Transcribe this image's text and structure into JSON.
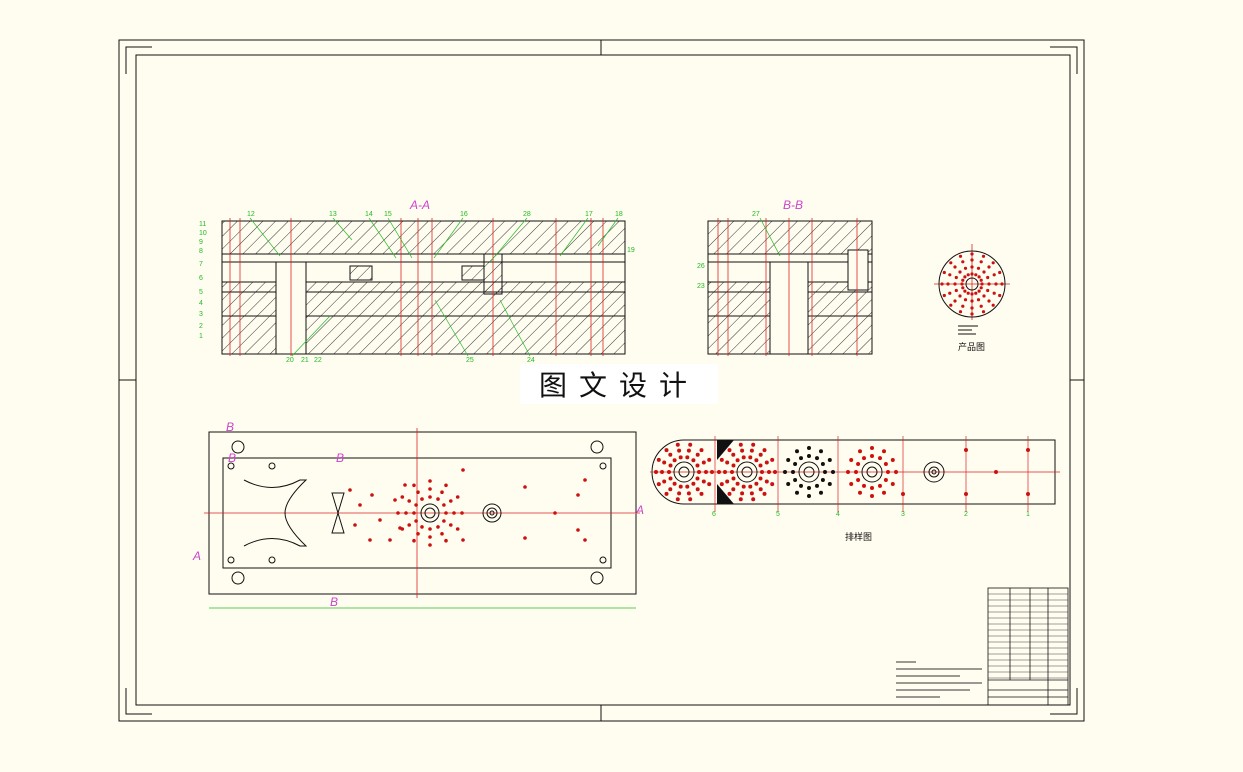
{
  "section_labels": {
    "aa": "A-A",
    "bb": "B-B",
    "b_top": "B",
    "b_mid": "B",
    "b_left": "B",
    "b_bottom": "B",
    "a_left": "A",
    "a_right": "A"
  },
  "watermark": "图文设计",
  "product_caption": "产品图",
  "strip_caption": "排样图",
  "aa_part_numbers": [
    "11",
    "10",
    "9",
    "8",
    "7",
    "6",
    "5",
    "4",
    "3",
    "2",
    "1",
    "12",
    "13",
    "14",
    "15",
    "16",
    "28",
    "17",
    "18",
    "19",
    "20",
    "21",
    "22",
    "25",
    "24"
  ],
  "bb_part_numbers": [
    "27",
    "26",
    "23"
  ],
  "strip_stations": [
    "6",
    "5",
    "4",
    "3",
    "2",
    "1"
  ],
  "colors": {
    "outline": "#111111",
    "hatch": "#222222",
    "center": "#dd2222",
    "leader": "#22bb22",
    "section": "#cc44cc",
    "hole": "#cc1111",
    "paper": "#fffdf0"
  }
}
